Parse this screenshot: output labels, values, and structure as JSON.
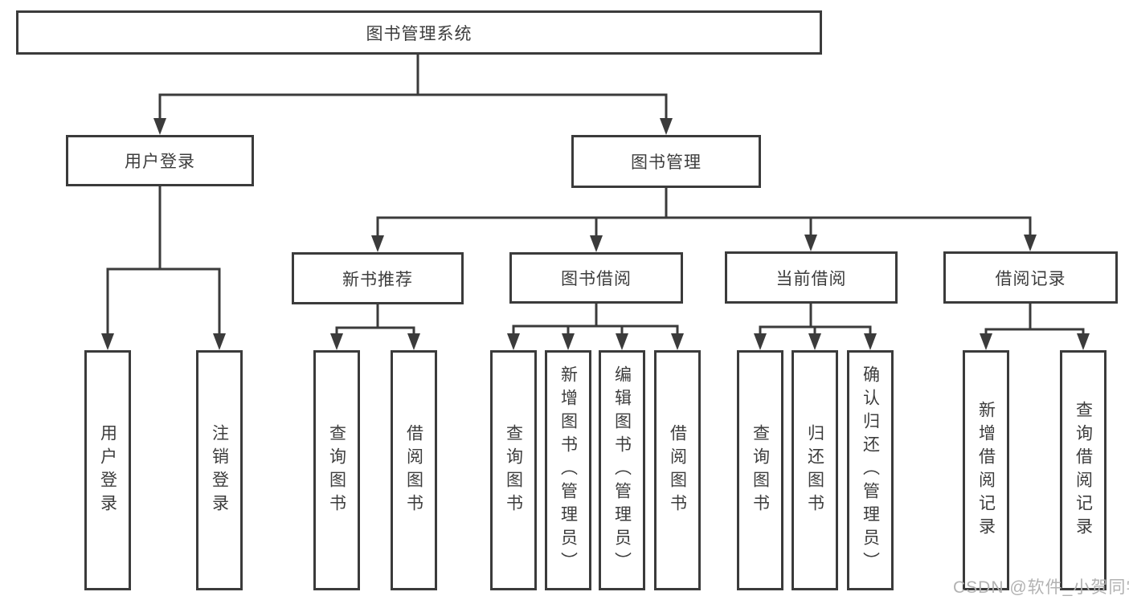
{
  "tree": {
    "root": "图书管理系统",
    "branches": [
      {
        "label": "用户登录",
        "children": [
          "用户登录",
          "注销登录"
        ]
      },
      {
        "label": "图书管理",
        "sections": [
          {
            "label": "新书推荐",
            "children": [
              "查询图书",
              "借阅图书"
            ]
          },
          {
            "label": "图书借阅",
            "children": [
              "查询图书",
              "新增图书（管理员）",
              "编辑图书（管理员）",
              "借阅图书"
            ]
          },
          {
            "label": "当前借阅",
            "children": [
              "查询图书",
              "归还图书",
              "确认归还（管理员）"
            ]
          },
          {
            "label": "借阅记录",
            "children": [
              "新增借阅记录",
              "查询借阅记录"
            ]
          }
        ]
      }
    ]
  },
  "watermark": "CSDN @软件_小贺同学",
  "colors": {
    "line": "#3b3b3b",
    "text": "#3d3d3d",
    "watermark": "#b2b2b2",
    "background": "#ffffff"
  }
}
